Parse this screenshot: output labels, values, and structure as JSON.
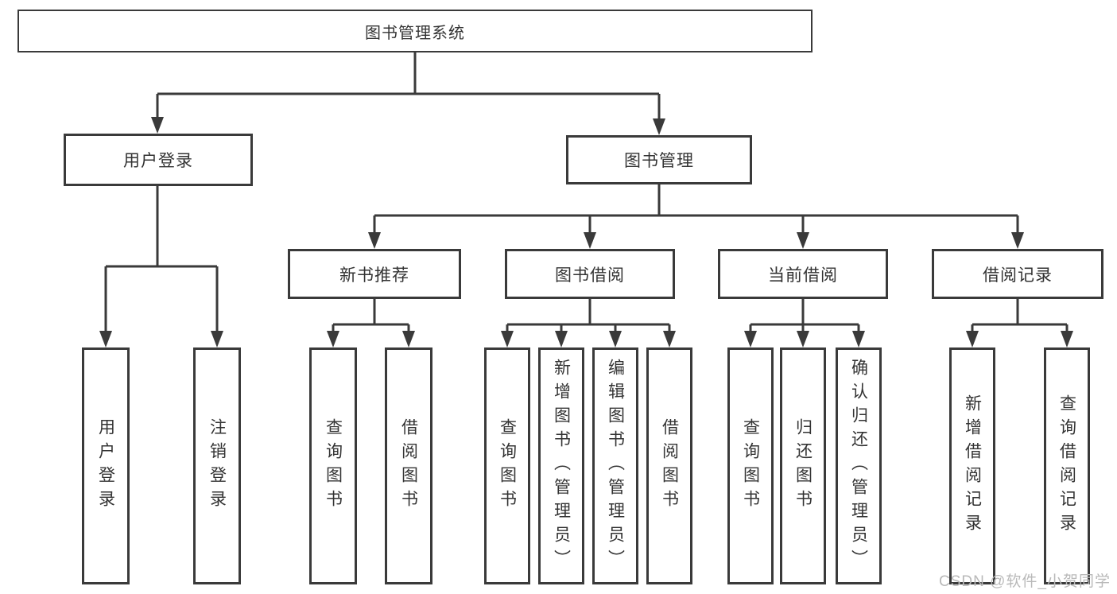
{
  "title": {
    "label": "图书管理系统"
  },
  "level2": [
    {
      "label": "用户登录"
    },
    {
      "label": "图书管理"
    }
  ],
  "level3": [
    {
      "label": "新书推荐"
    },
    {
      "label": "图书借阅"
    },
    {
      "label": "当前借阅"
    },
    {
      "label": "借阅记录"
    }
  ],
  "leaves": [
    {
      "label": "用户登录",
      "parent": "用户登录"
    },
    {
      "label": "注销登录",
      "parent": "用户登录"
    },
    {
      "label": "查询图书",
      "parent": "新书推荐"
    },
    {
      "label": "借阅图书",
      "parent": "新书推荐"
    },
    {
      "label": "查询图书",
      "parent": "图书借阅"
    },
    {
      "label": "新增图书（管理员）",
      "parent": "图书借阅"
    },
    {
      "label": "编辑图书（管理员）",
      "parent": "图书借阅"
    },
    {
      "label": "借阅图书",
      "parent": "图书借阅"
    },
    {
      "label": "查询图书",
      "parent": "当前借阅"
    },
    {
      "label": "归还图书",
      "parent": "当前借阅"
    },
    {
      "label": "确认归还（管理员）",
      "parent": "当前借阅"
    },
    {
      "label": "新增借阅记录",
      "parent": "借阅记录"
    },
    {
      "label": "查询借阅记录",
      "parent": "借阅记录"
    }
  ],
  "tree": {
    "图书管理系统": [
      "用户登录",
      "图书管理"
    ],
    "用户登录": [
      "用户登录",
      "注销登录"
    ],
    "图书管理": [
      "新书推荐",
      "图书借阅",
      "当前借阅",
      "借阅记录"
    ],
    "新书推荐": [
      "查询图书",
      "借阅图书"
    ],
    "图书借阅": [
      "查询图书",
      "新增图书（管理员）",
      "编辑图书（管理员）",
      "借阅图书"
    ],
    "当前借阅": [
      "查询图书",
      "归还图书",
      "确认归还（管理员）"
    ],
    "借阅记录": [
      "新增借阅记录",
      "查询借阅记录"
    ]
  },
  "colors": {
    "line": "#3a3a3a",
    "box_border": "#3a3a3a",
    "box_fill": "#ffffff",
    "text": "#333333",
    "watermark": "#b9b9b9"
  },
  "watermark": {
    "text": "CSDN @软件_小贺同学"
  }
}
